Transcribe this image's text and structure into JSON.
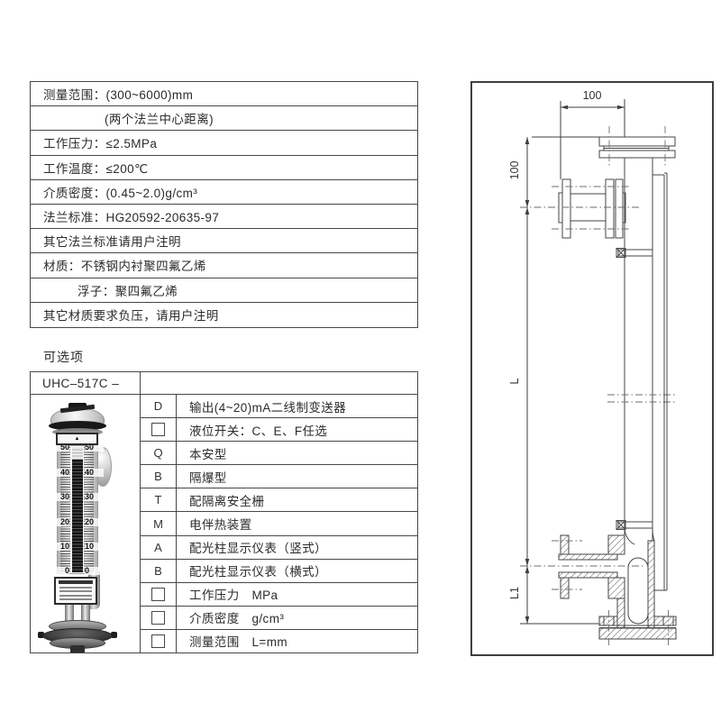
{
  "colors": {
    "line": "#464646",
    "text": "#2b2b2b"
  },
  "specs": {
    "rows": [
      "测量范围：(300~6000)mm",
      "(两个法兰中心距离)",
      "工作压力：≤2.5MPa",
      "工作温度：≤200℃",
      "介质密度：(0.45~2.0)g/cm³",
      "法兰标准：HG20592-20635-97",
      "其它法兰标准请用户注明",
      "材质：不锈钢内衬聚四氟乙烯",
      "浮子：聚四氟乙烯",
      "其它材质要求负压，请用户注明"
    ]
  },
  "options_section": {
    "label": "可选项",
    "model": "UHC–517C –",
    "rows": [
      {
        "code": "D",
        "box": false,
        "desc": "输出(4~20)mA二线制变送器"
      },
      {
        "code": "",
        "box": true,
        "desc": "液位开关：C、E、F任选"
      },
      {
        "code": "Q",
        "box": false,
        "desc": "本安型"
      },
      {
        "code": "B",
        "box": false,
        "desc": "隔爆型"
      },
      {
        "code": "T",
        "box": false,
        "desc": "配隔离安全栅"
      },
      {
        "code": "M",
        "box": false,
        "desc": "电伴热装置"
      },
      {
        "code": "A",
        "box": false,
        "desc": "配光柱显示仪表（竖式）"
      },
      {
        "code": "B",
        "box": false,
        "desc": "配光柱显示仪表（横式）"
      },
      {
        "code": "",
        "box": true,
        "desc": "工作压力　MPa"
      },
      {
        "code": "",
        "box": true,
        "desc": "介质密度　g/cm³"
      },
      {
        "code": "",
        "box": true,
        "desc": "测量范围　L=mm"
      }
    ]
  },
  "drawing": {
    "dim_horizontal": "100",
    "dim_vertical_top": "100",
    "dim_length": "L",
    "dim_lower": "L1"
  },
  "gauge": {
    "scale": [
      "50",
      "40",
      "30",
      "20",
      "10",
      "0"
    ]
  }
}
